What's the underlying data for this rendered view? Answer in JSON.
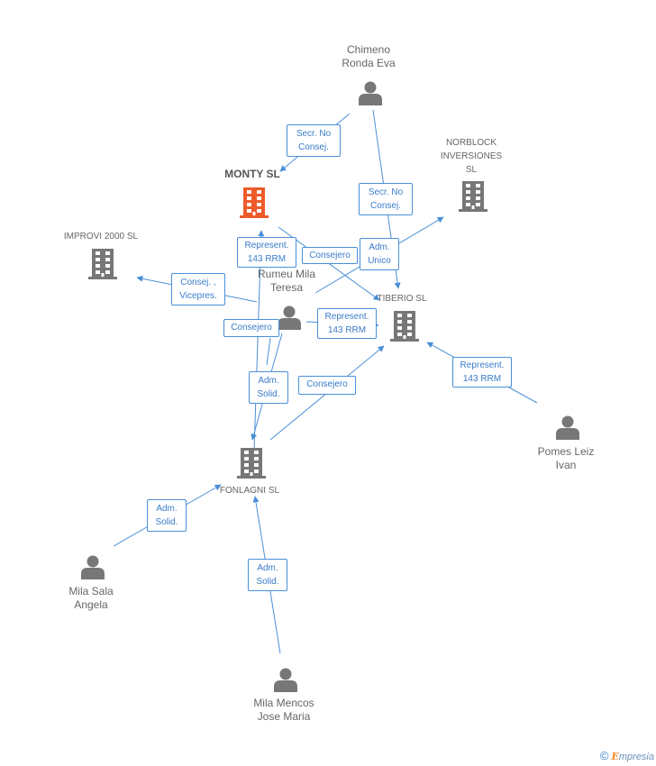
{
  "nodes": {
    "chimeno": {
      "label": "Chimeno\nRonda Eva"
    },
    "norblock": {
      "label": "NORBLOCK\nINVERSIONES\nSL"
    },
    "monty": {
      "label": "MONTY SL"
    },
    "improvi": {
      "label": "IMPROVI 2000 SL"
    },
    "rumeu": {
      "label": "Rumeu Mila\nTeresa"
    },
    "tiberio": {
      "label": "TIBERIO SL"
    },
    "pomes": {
      "label": "Pomes Leiz\nIvan"
    },
    "fonlagni": {
      "label": "FONLAGNI SL"
    },
    "mila_sala": {
      "label": "Mila Sala\nAngela"
    },
    "mila_mencos": {
      "label": "Mila Mencos\nJose Maria"
    }
  },
  "edges": {
    "secr_monty": "Secr.  No\nConsej.",
    "secr_tiberio": "Secr.  No\nConsej.",
    "represent_monty": "Represent.\n143 RRM",
    "consejero_monty": "Consejero",
    "adm_unico": "Adm.\nUnico",
    "consej_vicepres": "Consej. ,\nVicepres.",
    "consejero_rumeu_fonlagni": "Consejero",
    "represent_rumeu_tiberio": "Represent.\n143 RRM",
    "adm_solid_fonlagni": "Adm.\nSolid.",
    "consejero_fonlagni_tiberio": "Consejero",
    "represent_pomes": "Represent.\n143 RRM",
    "adm_solid_mila_sala": "Adm.\nSolid.",
    "adm_solid_mila_mencos": "Adm.\nSolid."
  },
  "colors": {
    "edge": "#4a8fd8",
    "person_icon": "#777777",
    "company_icon": "#777777",
    "focus_company": "#ee5a2a"
  },
  "brand": {
    "copyright": "©",
    "first_letter": "E",
    "rest": "mpresia"
  }
}
